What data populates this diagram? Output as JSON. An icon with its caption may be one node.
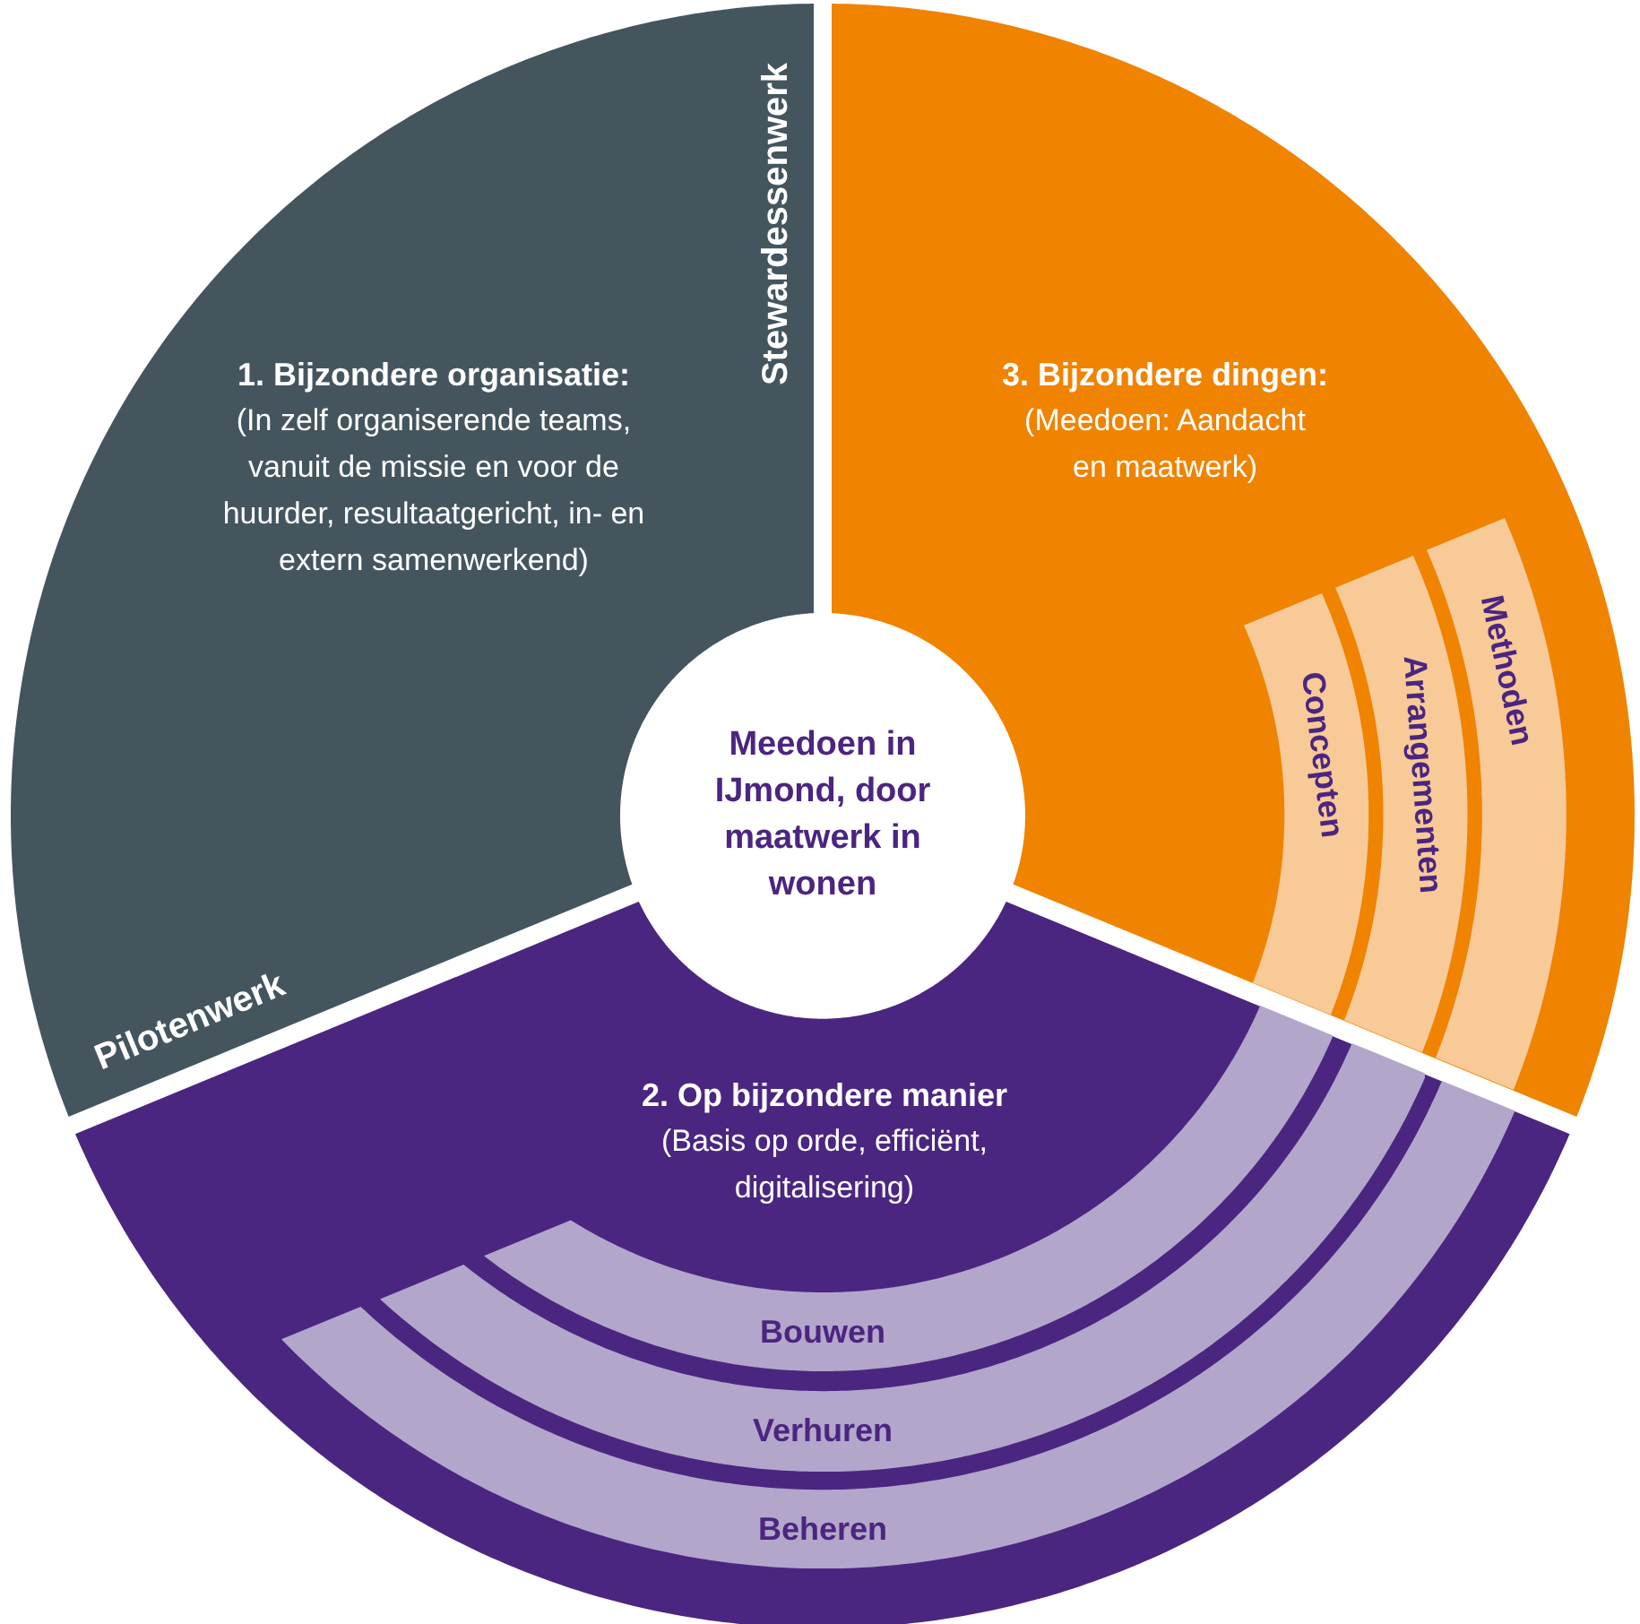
{
  "diagram": {
    "nodes": [
      {
        "text": [
          "1. Bijzondere organisatie:",
          "(In zelf organiserende teams, vanuit de missie en voor de huurder, resultaatgericht, in- en extern samenwerkend)"
        ]
      },
      {
        "text": [
          "3. Bijzondere dingen:",
          "(Meedoen: Aandacht en maatwerk)"
        ]
      },
      {
        "text": [
          "Concepten"
        ],
        "in": 1
      },
      {
        "text": [
          "Arrangementen"
        ],
        "in": 1
      },
      {
        "text": [
          "Methoden"
        ],
        "in": 1
      },
      {
        "text": [
          "Meedoen in IJmond, door maatwerk in wonen"
        ]
      },
      {
        "text": [
          "2. Op bijzondere manier",
          "(Basis op orde, efficiënt, digitalisering)"
        ]
      },
      {
        "text": [
          "Bouwen"
        ],
        "in": 6
      },
      {
        "text": [
          "Verhuren"
        ],
        "in": 6
      },
      {
        "text": [
          "Beheren"
        ],
        "in": 6
      }
    ],
    "labels": [
      "Stewardessenwerk",
      "Pilotenwerk"
    ]
  }
}
